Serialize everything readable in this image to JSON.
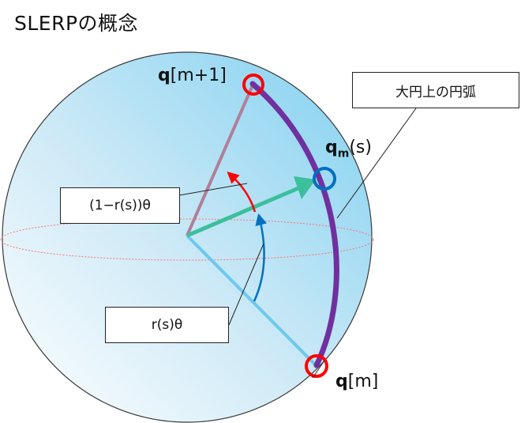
{
  "title": "SLERPの概念",
  "labels": {
    "q_m1_bold": "q",
    "q_m1_rest": "[m+1]",
    "q_ms_bold": "q",
    "q_ms_sub": "m",
    "q_ms_rest": "(s)",
    "q_m_bold": "q",
    "q_m_rest": "[m]"
  },
  "callouts": {
    "great_circle_arc": "大円上の円弧",
    "remaining_angle": "(1−r(s))θ",
    "interp_angle": "r(s)θ"
  },
  "colors": {
    "sphere_edge": "#3a3a3a",
    "sphere_fill_light": "#ffffff",
    "sphere_fill_blue": "#7fd0f0",
    "arc": "#7030a0",
    "vector_qm1": "#b07f9a",
    "vector_qms": "#3cbf9c",
    "vector_qm": "#6dc8ee",
    "marker_red": "#ff0000",
    "marker_blue": "#0070c0",
    "angle_red": "#ff0000",
    "angle_blue": "#0070c0",
    "equator": "#ff6f6f"
  }
}
